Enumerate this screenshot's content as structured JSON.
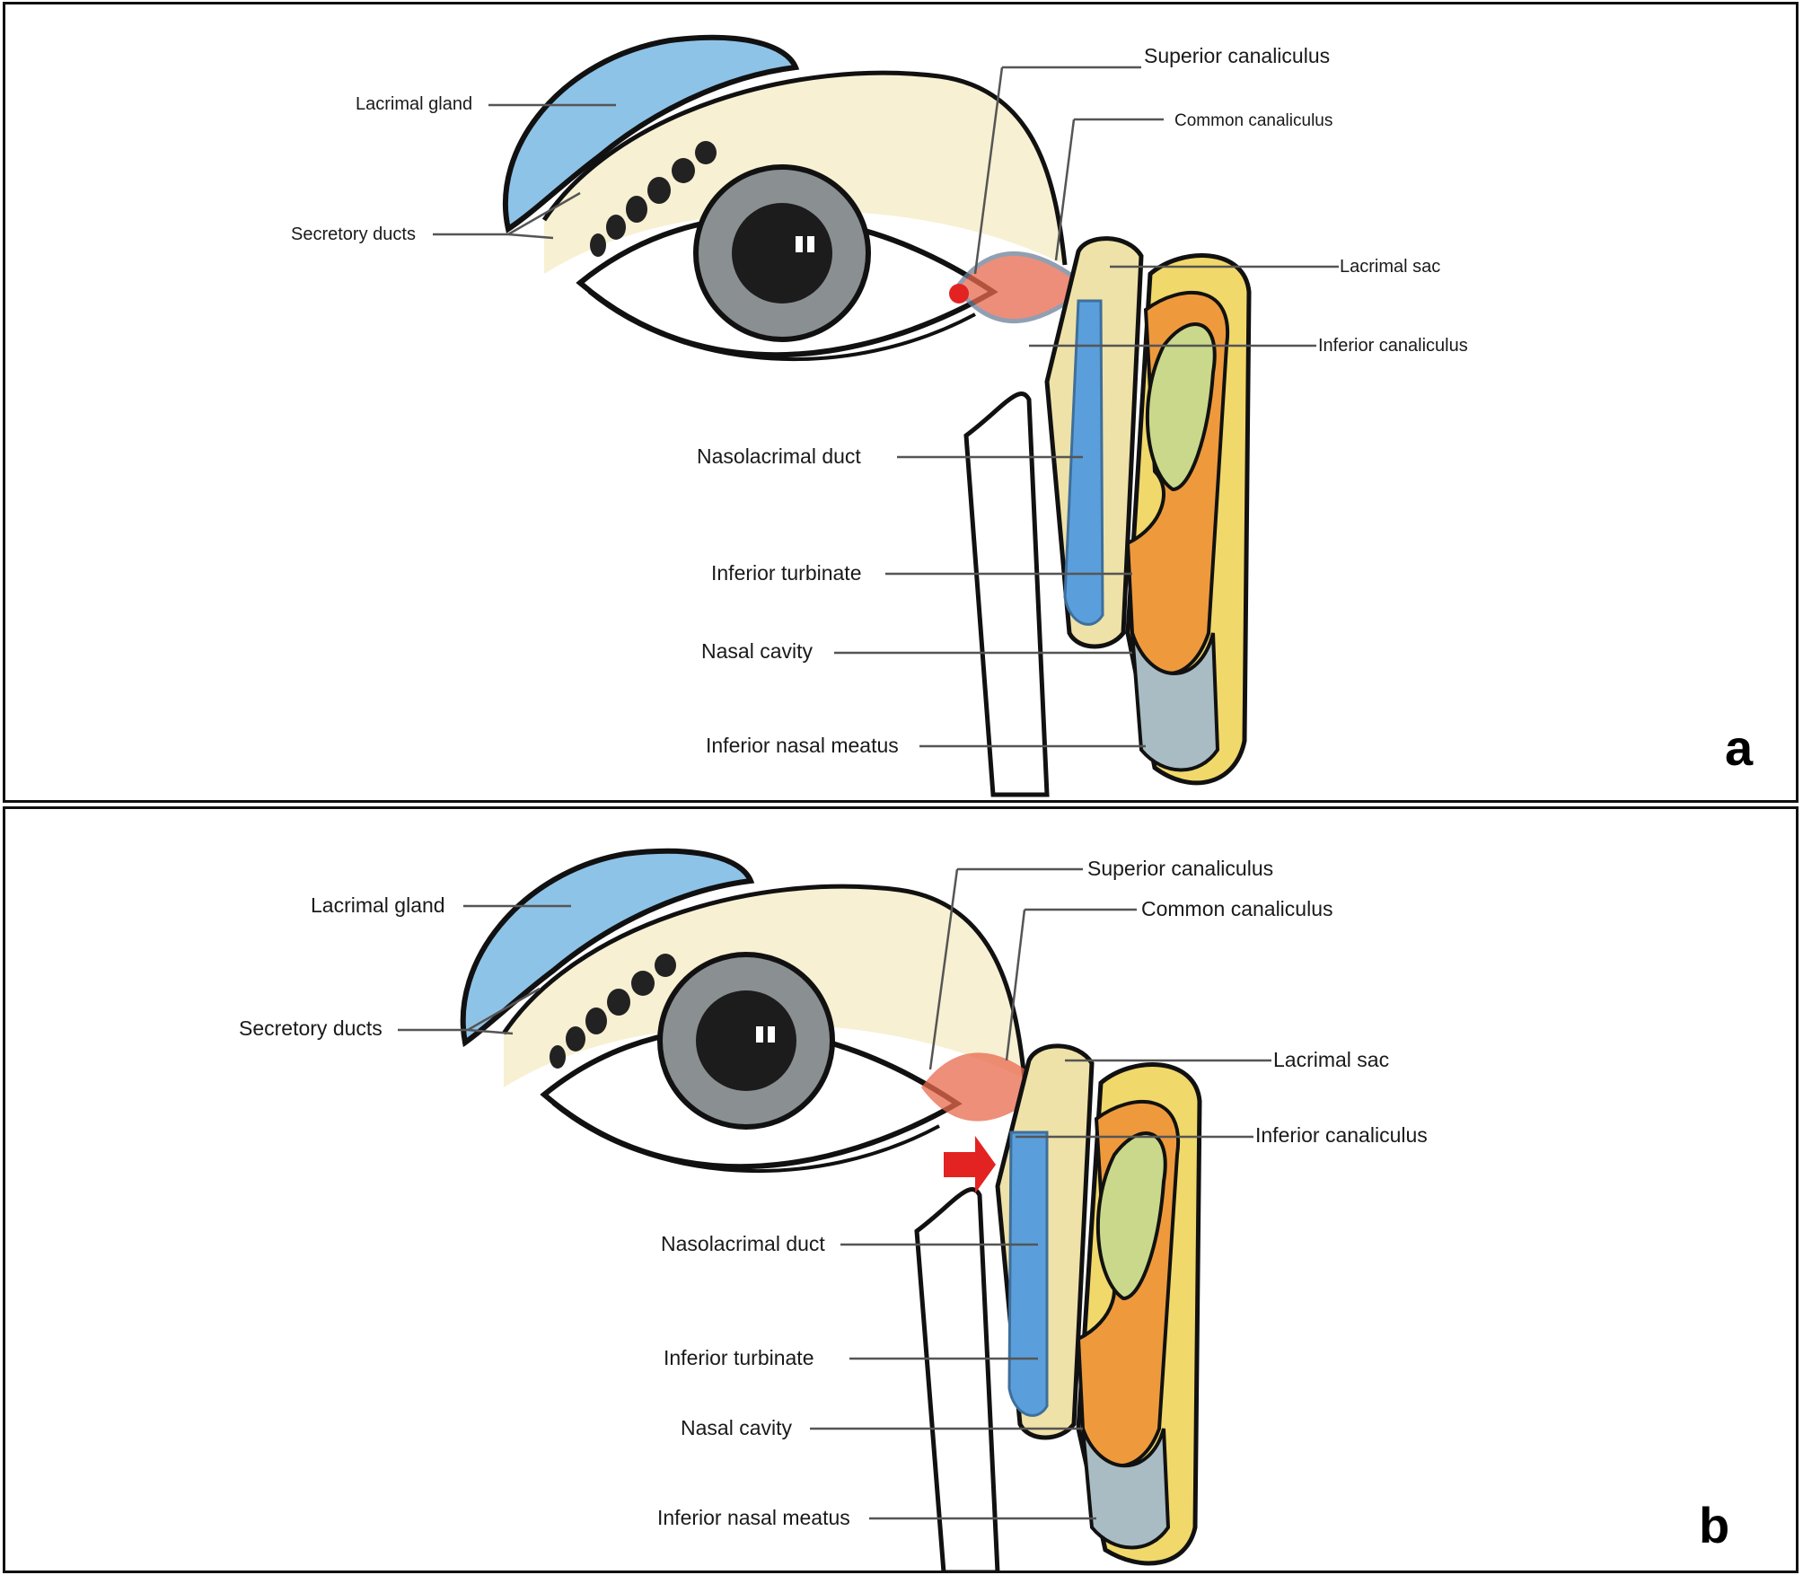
{
  "panels": [
    {
      "letter": "a",
      "labels": {
        "superior_canaliculus": "Superior canaliculus",
        "common_canaliculus": "Common canaliculus",
        "lacrimal_gland": "Lacrimal gland",
        "secretory_ducts": "Secretory ducts",
        "lacrimal_sac": "Lacrimal sac",
        "inferior_canaliculus": "Inferior canaliculus",
        "nasolacrimal_duct": "Nasolacrimal duct",
        "inferior_turbinate": "Inferior turbinate",
        "nasal_cavity": "Nasal cavity",
        "inferior_nasal_meatus": "Inferior nasal meatus"
      },
      "marker": "red-dot"
    },
    {
      "letter": "b",
      "labels": {
        "superior_canaliculus": "Superior canaliculus",
        "common_canaliculus": "Common canaliculus",
        "lacrimal_gland": "Lacrimal gland",
        "secretory_ducts": "Secretory ducts",
        "lacrimal_sac": "Lacrimal sac",
        "inferior_canaliculus": "Inferior canaliculus",
        "nasolacrimal_duct": "Nasolacrimal duct",
        "inferior_turbinate": "Inferior turbinate",
        "nasal_cavity": "Nasal cavity",
        "inferior_nasal_meatus": "Inferior nasal meatus"
      },
      "marker": "red-arrow"
    }
  ],
  "colors": {
    "gland": "#8ec3e8",
    "duct_blue": "#5a9fdc",
    "sac": "#efe2a8",
    "bone_yellow": "#f1d86a",
    "turbinate_orange": "#ee9a3c",
    "sinus_green": "#c9d88a",
    "cavity_grey": "#a9bcc4",
    "canaliculus_red": "#e8694e",
    "marker_red": "#e32222"
  }
}
